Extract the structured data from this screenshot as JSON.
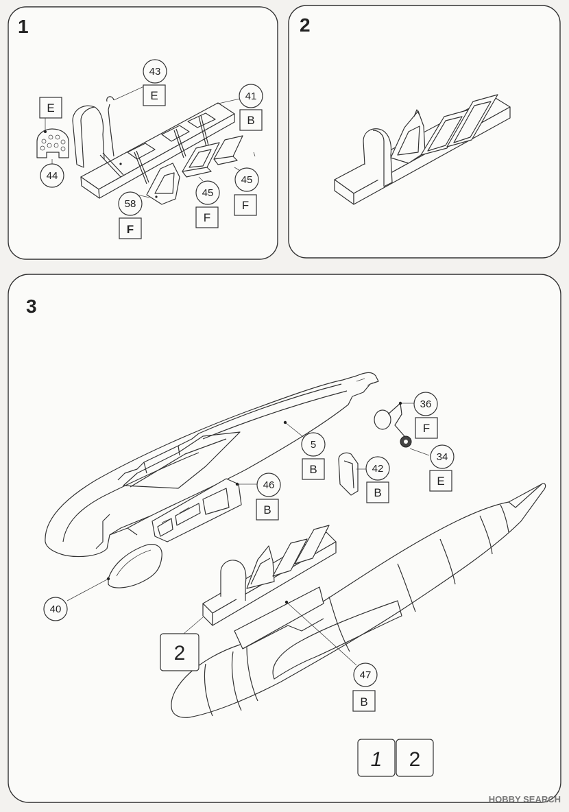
{
  "steps": [
    {
      "number": "1",
      "callouts": [
        {
          "part": "43",
          "sprue": "E"
        },
        {
          "part": "41",
          "sprue": "B"
        },
        {
          "part": "44",
          "sprue": "E"
        },
        {
          "part": "45",
          "sprue": "F"
        },
        {
          "part": "45",
          "sprue": "F"
        },
        {
          "part": "58",
          "sprue": "F"
        }
      ]
    },
    {
      "number": "2",
      "callouts": []
    },
    {
      "number": "3",
      "callouts": [
        {
          "part": "36",
          "sprue": "F"
        },
        {
          "part": "5",
          "sprue": "B"
        },
        {
          "part": "42",
          "sprue": "B"
        },
        {
          "part": "34",
          "sprue": "E"
        },
        {
          "part": "46",
          "sprue": "B"
        },
        {
          "part": "40",
          "sprue": ""
        },
        {
          "part": "47",
          "sprue": "B"
        }
      ],
      "subassembly_ref": "2",
      "version_options": [
        "1",
        "2"
      ]
    }
  ],
  "watermark": "HOBBY SEARCH"
}
